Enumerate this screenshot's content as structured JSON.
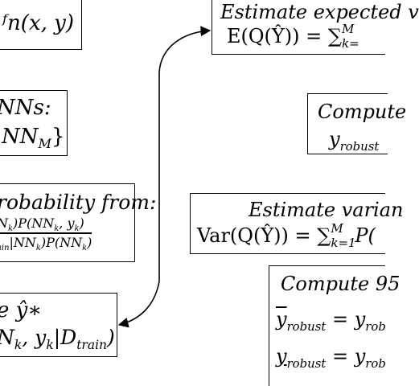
{
  "nodes": {
    "fn_box": {
      "line1": "ᶠn(x, y)"
    },
    "nns_box": {
      "line1": "NNs:",
      "line2": "NN",
      "line2_sub": "M",
      "line2_close": "}"
    },
    "prob_box": {
      "line1": "robability from:",
      "num_a": "N",
      "num_a_sub": "k",
      "num_b": ")P(NN",
      "num_b_sub": "k",
      "num_c": ", y",
      "num_c_sub": "k",
      "num_d": ")",
      "den_a": "ain",
      "den_b": "|NN",
      "den_b_sub": "k",
      "den_c": ")P(NN",
      "den_c_sub": "k",
      "den_d": ")"
    },
    "yhat_box": {
      "line1": "e ŷ∗",
      "line2": "N",
      "line2_sub": "k",
      "line2_b": ", y",
      "line2_b_sub": "k",
      "line2_c": "|D",
      "line2_c_sub": "train",
      "line2_d": ")"
    },
    "expected_box": {
      "line1": "Estimate expected v",
      "line2_a": "E(Q(Ŷ)) = ∑",
      "line2_sup": "M",
      "line2_sub": "k="
    },
    "robust_box": {
      "line1": "Compute",
      "line2": "y",
      "line2_sub": "robust"
    },
    "variance_box": {
      "line1": "Estimate varian",
      "line2_a": "Var(Q(Ŷ)) = ∑",
      "line2_sup": "M",
      "line2_sub": "k=1",
      "line2_b": "P("
    },
    "ci_box": {
      "line1_a": "Compute 95",
      "line2_a": "y",
      "line2_sub": "robust",
      "line2_b": " = y",
      "line2_b_sub": "rob",
      "line3_a": "y",
      "line3_sub": "robust",
      "line3_b": " = y",
      "line3_b_sub": "rob"
    }
  },
  "arrows": [
    {
      "from": "yhat_box",
      "to": "expected_box"
    }
  ]
}
